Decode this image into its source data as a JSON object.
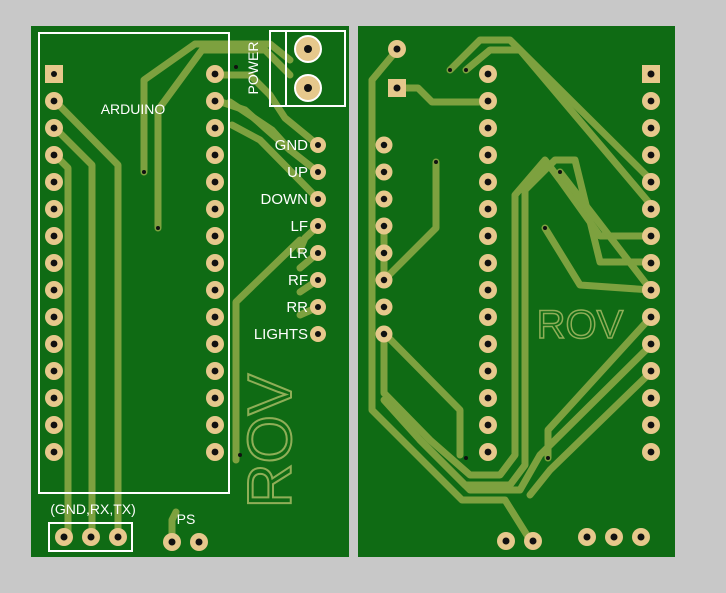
{
  "colors": {
    "background": "#c8c8c8",
    "board": "#0f6b14",
    "trace": "#7da13f",
    "pad": "#e6c88c",
    "hole": "#111111",
    "silkscreen": "#ffffff"
  },
  "left_board": {
    "arduino_label": "ARDUINO",
    "power_label": "POWER",
    "connector_labels": [
      "GND",
      "UP",
      "DOWN",
      "LF",
      "LR",
      "RF",
      "RR",
      "LIGHTS"
    ],
    "rov_label": "ROV",
    "serial_label": "(GND,RX,TX)",
    "ps_label": "PS"
  },
  "right_board": {
    "rov_label": "ROV"
  }
}
